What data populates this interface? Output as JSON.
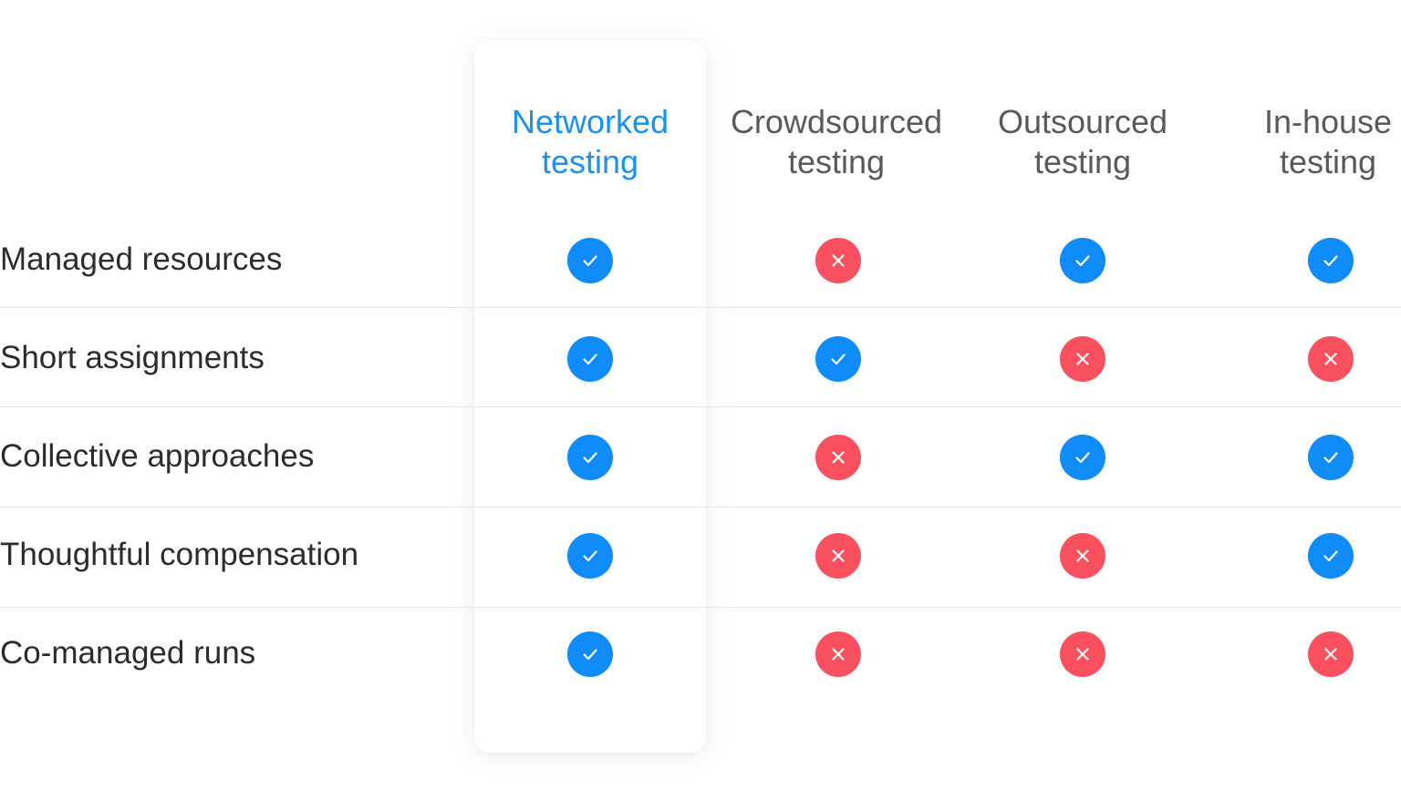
{
  "columns": [
    {
      "line1": "Networked",
      "line2": "testing",
      "featured": true
    },
    {
      "line1": "Crowdsourced",
      "line2": "testing",
      "featured": false
    },
    {
      "line1": "Outsourced",
      "line2": "testing",
      "featured": false
    },
    {
      "line1": "In-house",
      "line2": "testing",
      "featured": false
    }
  ],
  "rows": [
    {
      "label": "Managed resources",
      "values": [
        "yes",
        "no",
        "yes",
        "yes"
      ]
    },
    {
      "label": "Short assignments",
      "values": [
        "yes",
        "yes",
        "no",
        "no"
      ]
    },
    {
      "label": "Collective approaches",
      "values": [
        "yes",
        "no",
        "yes",
        "yes"
      ]
    },
    {
      "label": "Thoughtful compensation",
      "values": [
        "yes",
        "no",
        "no",
        "yes"
      ]
    },
    {
      "label": "Co-managed runs",
      "values": [
        "yes",
        "no",
        "no",
        "no"
      ]
    }
  ],
  "icons": {
    "yes": "checkmark-icon",
    "no": "cross-icon"
  },
  "colors": {
    "featured_header": "#1a91f0",
    "header": "#58595b",
    "label": "#2b2c2e",
    "yes": "#0f8cf7",
    "no": "#f9505f",
    "divider": "#e5e6e8"
  }
}
